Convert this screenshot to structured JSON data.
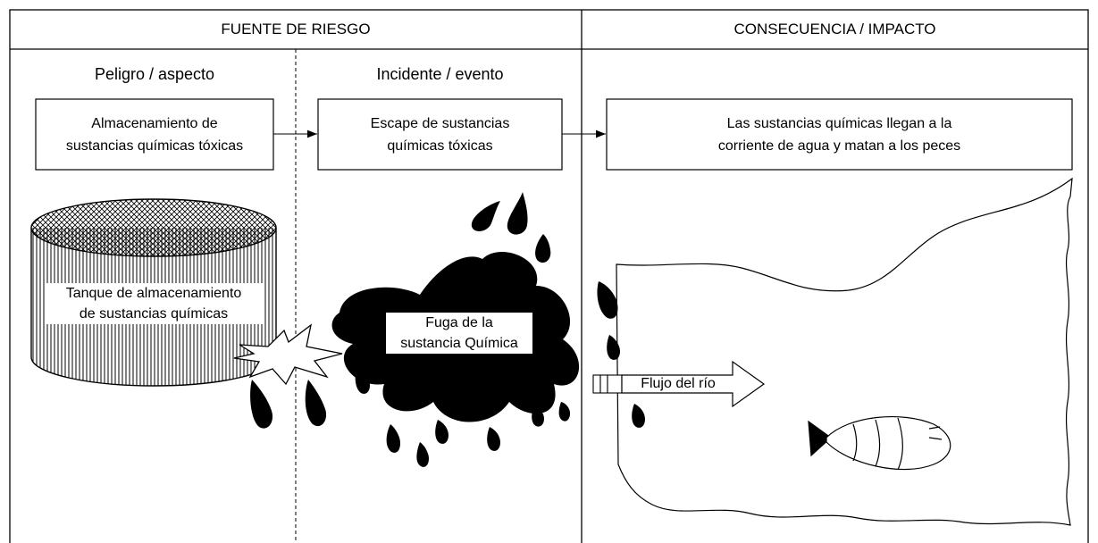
{
  "header": {
    "left": "FUENTE DE RIESGO",
    "right": "CONSECUENCIA / IMPACTO"
  },
  "columns": {
    "hazard": "Peligro / aspecto",
    "incident": "Incidente / evento"
  },
  "boxes": {
    "storage": "Almacenamiento de\nsustancias químicas tóxicas",
    "escape": "Escape de sustancias\nquímicas tóxicas",
    "impact": "Las sustancias químicas llegan a la\ncorriente de agua y matan a los peces"
  },
  "labels": {
    "tank": "Tanque de almacenamiento\nde sustancias químicas",
    "leak": "Fuga de la\nsustancia Química",
    "flow": "Flujo del río"
  }
}
